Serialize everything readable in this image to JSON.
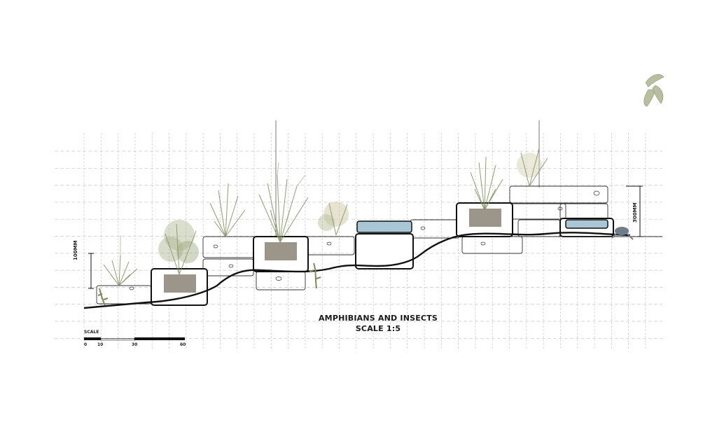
{
  "diagram": {
    "title": "AMPHIBIANS AND INSECTS",
    "scale_text": "SCALE 1:5",
    "dimension_left": "100MM",
    "dimension_right": "300MM",
    "scale_bar": {
      "label": "SCALE",
      "ticks": [
        "0",
        "10",
        "30",
        "60"
      ]
    }
  },
  "colors": {
    "grid": "#c8c8c8",
    "line": "#111111",
    "water": "#a9c6d6",
    "soil": "#8a8276",
    "plant": "#8c9a6a",
    "plant_light": "#c9c49a",
    "frog": "#6e7c8c"
  }
}
